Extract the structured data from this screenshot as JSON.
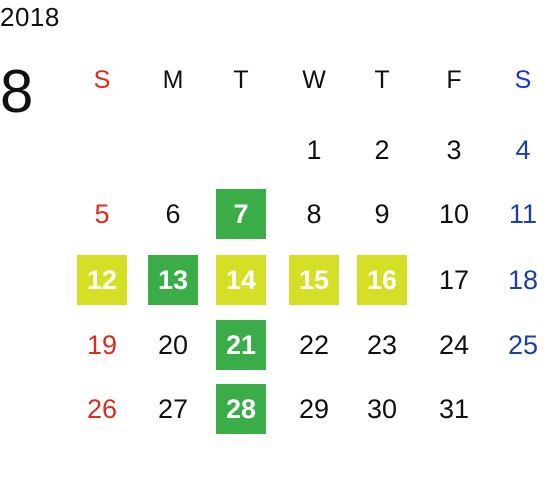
{
  "calendar": {
    "year": "2018",
    "month": "8",
    "weekdays": [
      "S",
      "M",
      "T",
      "W",
      "T",
      "F",
      "S"
    ],
    "weeks": [
      [
        "",
        "",
        "",
        "1",
        "2",
        "3",
        "4"
      ],
      [
        "5",
        "6",
        "7",
        "8",
        "9",
        "10",
        "11"
      ],
      [
        "12",
        "13",
        "14",
        "15",
        "16",
        "17",
        "18"
      ],
      [
        "19",
        "20",
        "21",
        "22",
        "23",
        "24",
        "25"
      ],
      [
        "26",
        "27",
        "28",
        "29",
        "30",
        "31",
        ""
      ]
    ],
    "highlights": {
      "7": "green",
      "12": "yellow",
      "13": "green",
      "14": "yellow",
      "15": "yellow",
      "16": "yellow",
      "21": "green",
      "28": "green"
    }
  },
  "colors": {
    "sunday": "#e0291f",
    "saturday": "#1d3f9e",
    "saturday_header": "#1f2fd6",
    "weekday": "#111111",
    "highlight_green": "#3aad48",
    "highlight_yellow": "#d5df25",
    "highlight_text": "#ffffff"
  }
}
